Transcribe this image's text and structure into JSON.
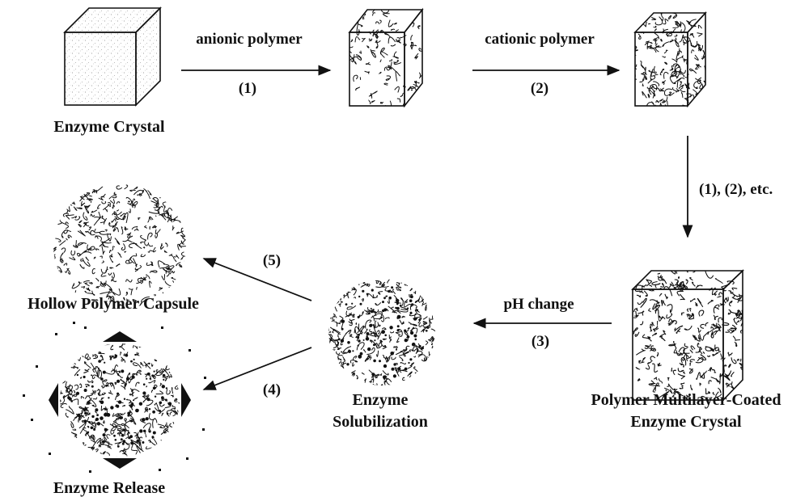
{
  "nodes": {
    "enzyme_crystal": "Enzyme Crystal",
    "coated_crystal_line1": "Polymer Multilayer-Coated",
    "coated_crystal_line2": "Enzyme Crystal",
    "solubilization_line1": "Enzyme",
    "solubilization_line2": "Solubilization",
    "hollow_capsule": "Hollow Polymer Capsule",
    "enzyme_release": "Enzyme Release"
  },
  "edges": {
    "anionic_label": "anionic polymer",
    "anionic_step": "(1)",
    "cationic_label": "cationic polymer",
    "cationic_step": "(2)",
    "repeat_label": "(1), (2), etc.",
    "ph_label": "pH  change",
    "ph_step": "(3)",
    "capsule_step": "(5)",
    "release_step": "(4)"
  },
  "colors": {
    "ink": "#111111",
    "background": "#ffffff"
  }
}
